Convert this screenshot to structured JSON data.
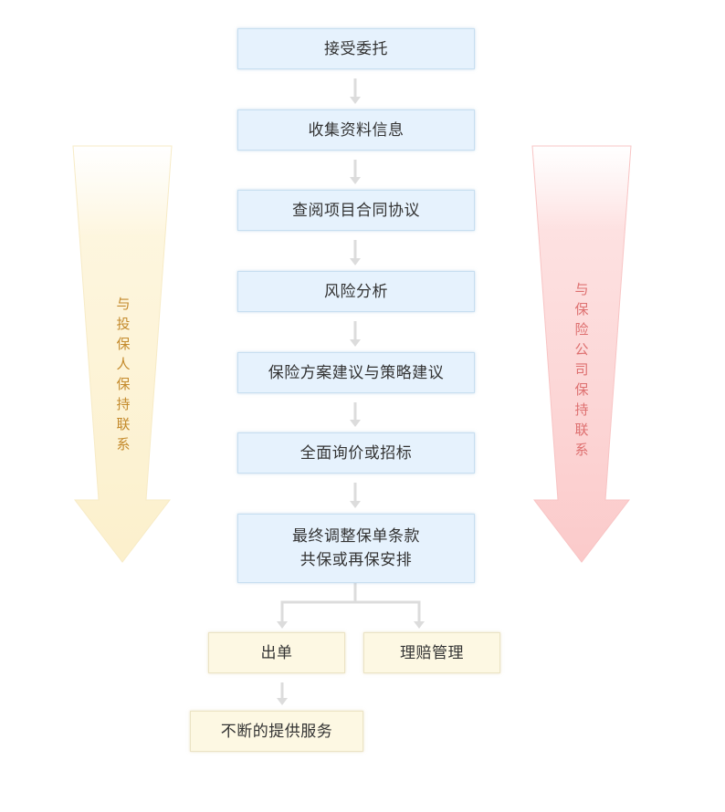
{
  "steps": {
    "accept": "接受委托",
    "collect": "收集资料信息",
    "review": "查阅项目合同协议",
    "risk": "风险分析",
    "plan": "保险方案建议与策略建议",
    "inquiry": "全面询价或招标",
    "adjust_line1": "最终调整保单条款",
    "adjust_line2": "共保或再保安排",
    "issue": "出单",
    "claims": "理赔管理",
    "service": "不断的提供服务"
  },
  "side_labels": {
    "left": "与投保人保持联系",
    "right": "与保险公司保持联系"
  },
  "colors": {
    "box_blue": "#e6f2fd",
    "box_yellow": "#fdf8e3",
    "connector": "#dcdcdc",
    "left_arrow": "#fdf3d6",
    "right_arrow": "#fbd0d0",
    "left_text": "#c48a2c",
    "right_text": "#de7070"
  }
}
